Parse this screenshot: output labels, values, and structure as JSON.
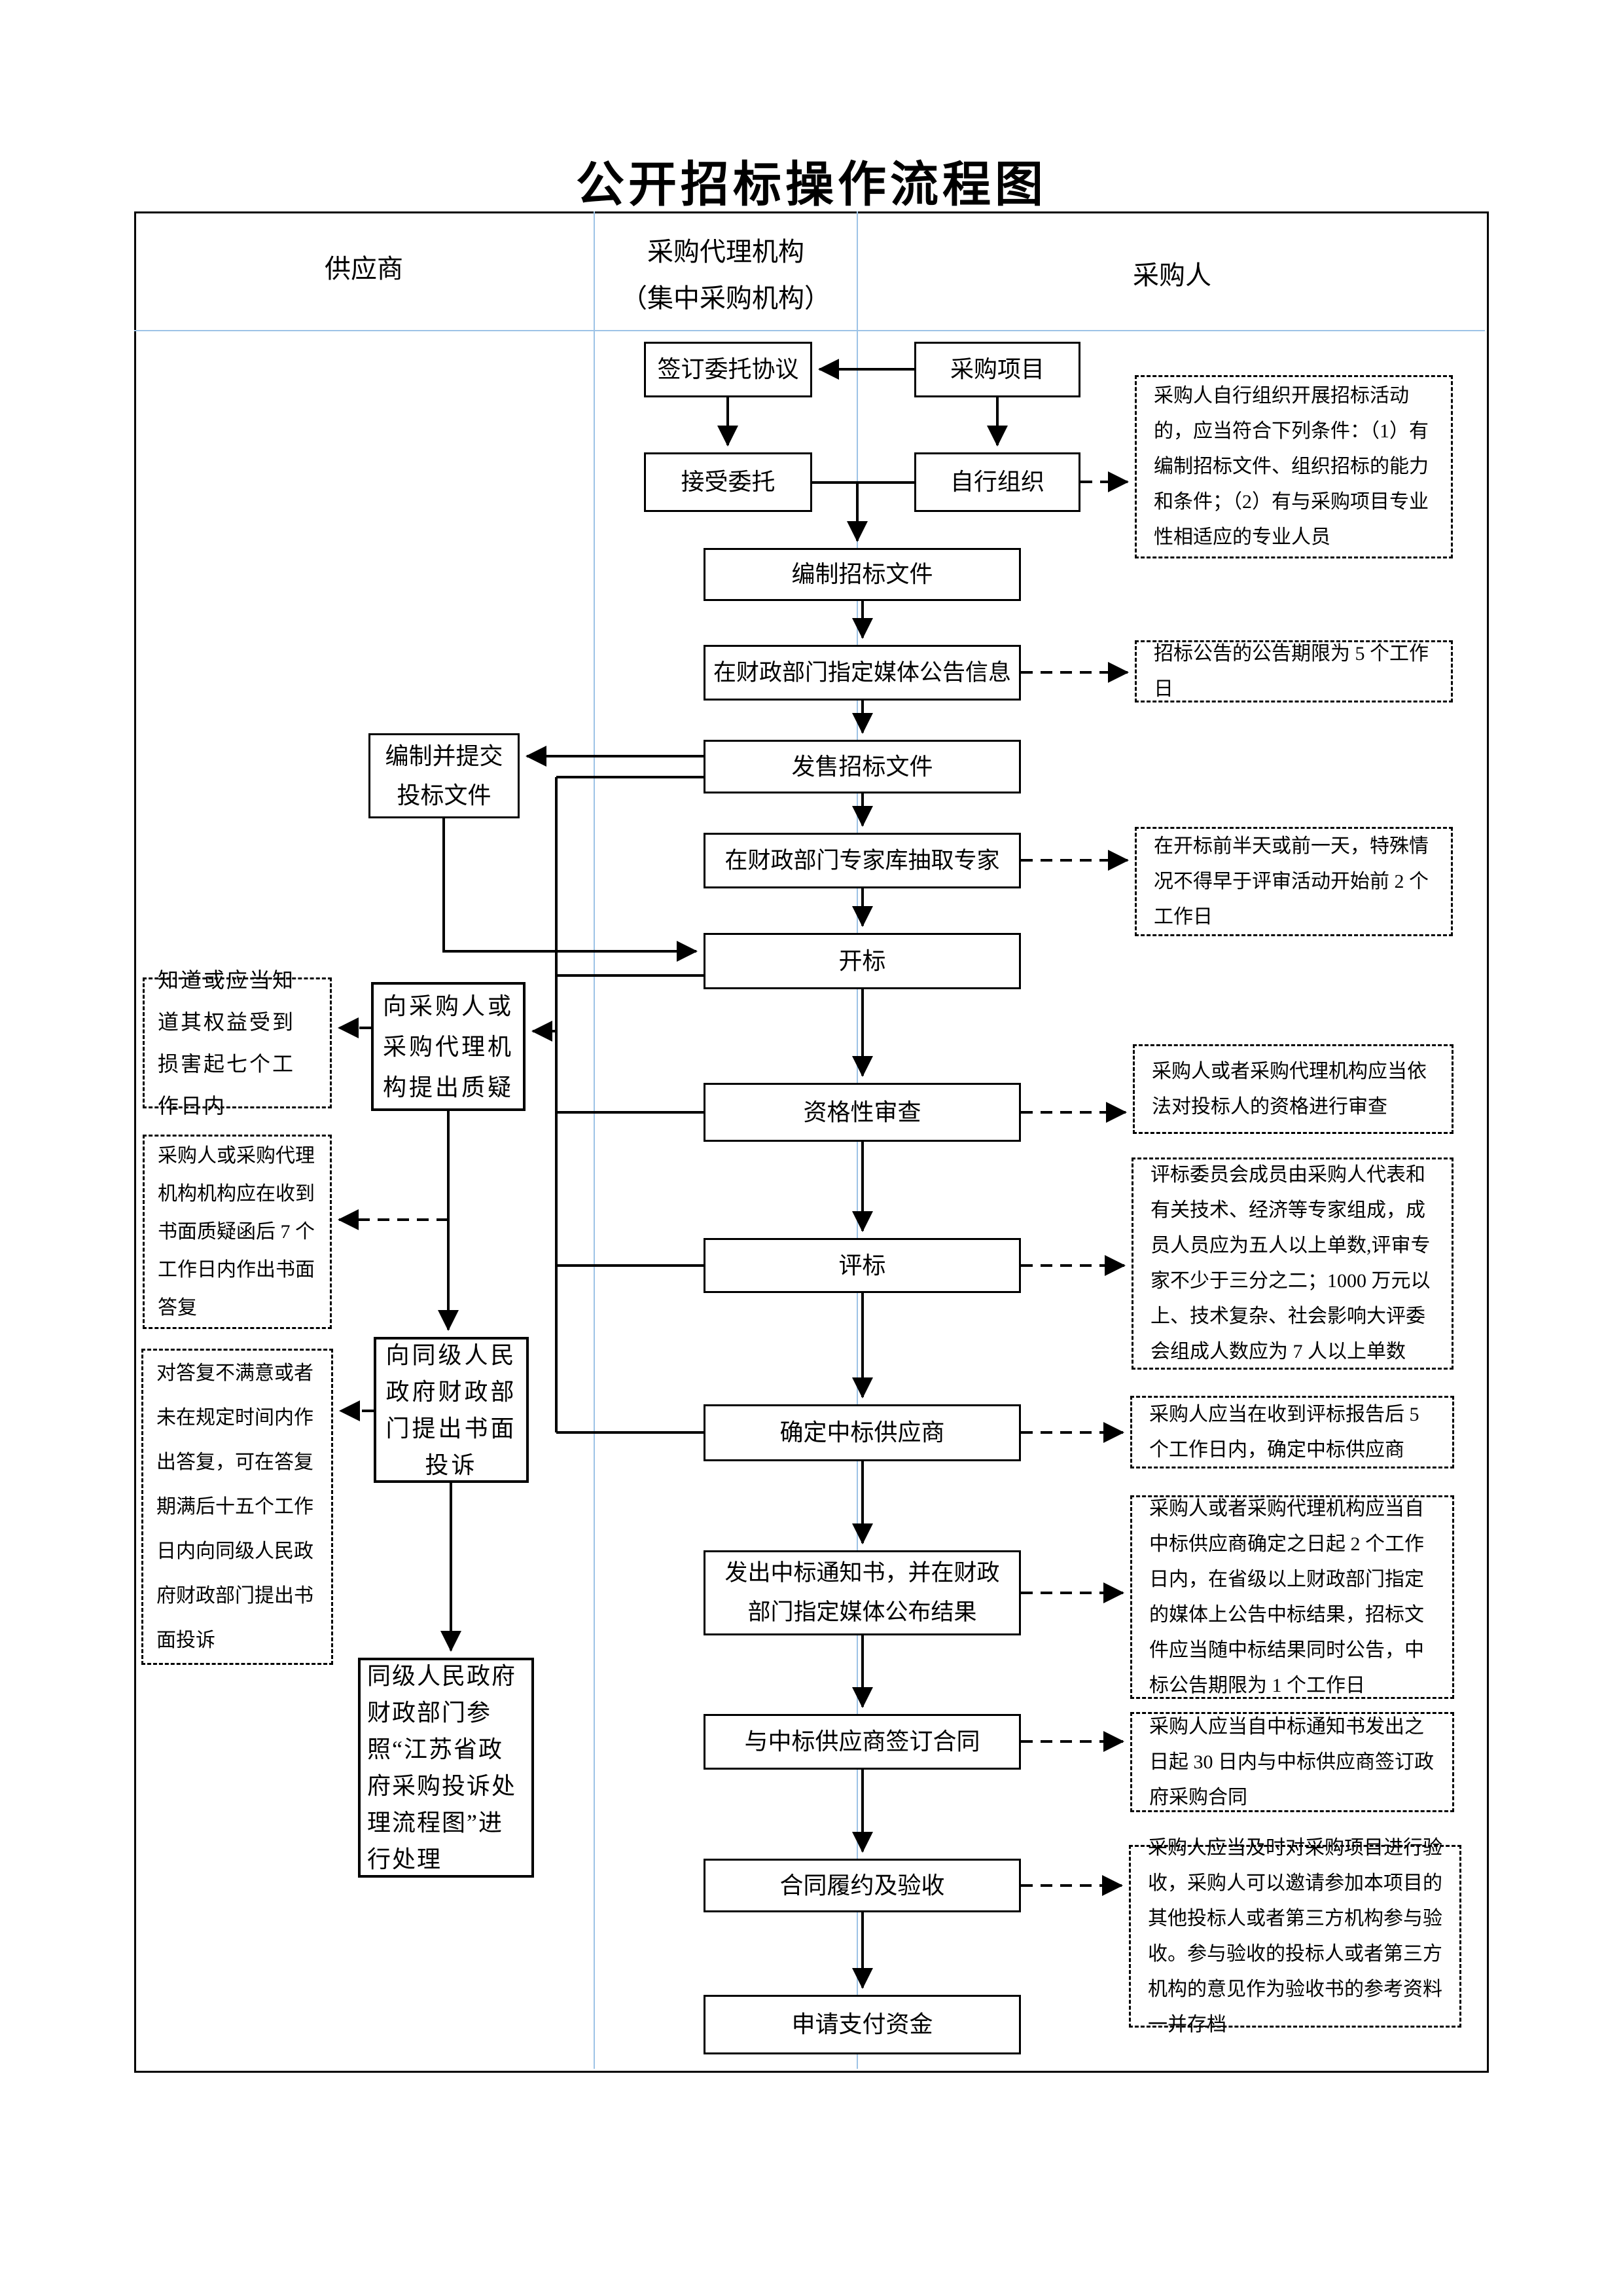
{
  "title": "公开招标操作流程图",
  "columns": {
    "supplier": "供应商",
    "agency_line1": "采购代理机构",
    "agency_line2": "（集中采购机构）",
    "purchaser": "采购人"
  },
  "colors": {
    "lane_line_blue": "#9dc3e6",
    "flow_line_black": "#000000"
  },
  "nodes": {
    "sign_agreement": "签订委托协议",
    "procurement_project": "采购项目",
    "accept_entrustment": "接受委托",
    "self_organize": "自行组织",
    "prepare_bid_docs": "编制招标文件",
    "announce_media": "在财政部门指定媒体公告信息",
    "sell_bid_docs": "发售招标文件",
    "draw_experts": "在财政部门专家库抽取专家",
    "bid_opening": "开标",
    "qualification_review": "资格性审查",
    "bid_evaluation": "评标",
    "determine_winner": "确定中标供应商",
    "issue_notice": "发出中标通知书，并在财政部门指定媒体公布结果",
    "sign_contract": "与中标供应商签订合同",
    "contract_acceptance": "合同履约及验收",
    "apply_payment": "申请支付资金",
    "prepare_submit_bid": "编制并提交 投标文件",
    "raise_query": "向采购人或采购代理机构提出质疑",
    "file_complaint": "向同级人民政府财政部门提出书面投诉",
    "complaint_handling": "同级人民政府财政部门参照“江苏省政府采购投诉处理流程图”进行处理"
  },
  "notes": {
    "know_rights": "知道或应当知道其权益受到损害起七个工作日内",
    "reply_7days": "采购人或采购代理机构机构应在收到书面质疑函后 7 个工作日内作出书面答复",
    "dissatisfied": "对答复不满意或者未在规定时间内作出答复，可在答复期满后十五个工作日内向同级人民政府财政部门提出书面投诉"
  },
  "annotations": {
    "a1": "采购人自行组织开展招标活动的，应当符合下列条件：（1）有编制招标文件、组织招标的能力和条件；（2）有与采购项目专业性相适应的专业人员",
    "a2": "招标公告的公告期限为 5 个工作日",
    "a3": "在开标前半天或前一天，特殊情况不得早于评审活动开始前 2 个工作日",
    "a4": "采购人或者采购代理机构应当依法对投标人的资格进行审查",
    "a5": "评标委员会成员由采购人代表和有关技术、经济等专家组成，成员人员应为五人以上单数,评审专家不少于三分之二；1000 万元以上、技术复杂、社会影响大评委会组成人数应为 7 人以上单数",
    "a6": "采购人应当在收到评标报告后 5 个工作日内，确定中标供应商",
    "a7": "采购人或者采购代理机构应当自中标供应商确定之日起 2 个工作日内，在省级以上财政部门指定的媒体上公告中标结果，招标文件应当随中标结果同时公告，中标公告期限为 1 个工作日",
    "a8": "采购人应当自中标通知书发出之日起 30 日内与中标供应商签订政府采购合同",
    "a9": "采购人应当及时对采购项目进行验收，采购人可以邀请参加本项目的其他投标人或者第三方机构参与验收。参与验收的投标人或者第三方机构的意见作为验收书的参考资料一并存档"
  }
}
